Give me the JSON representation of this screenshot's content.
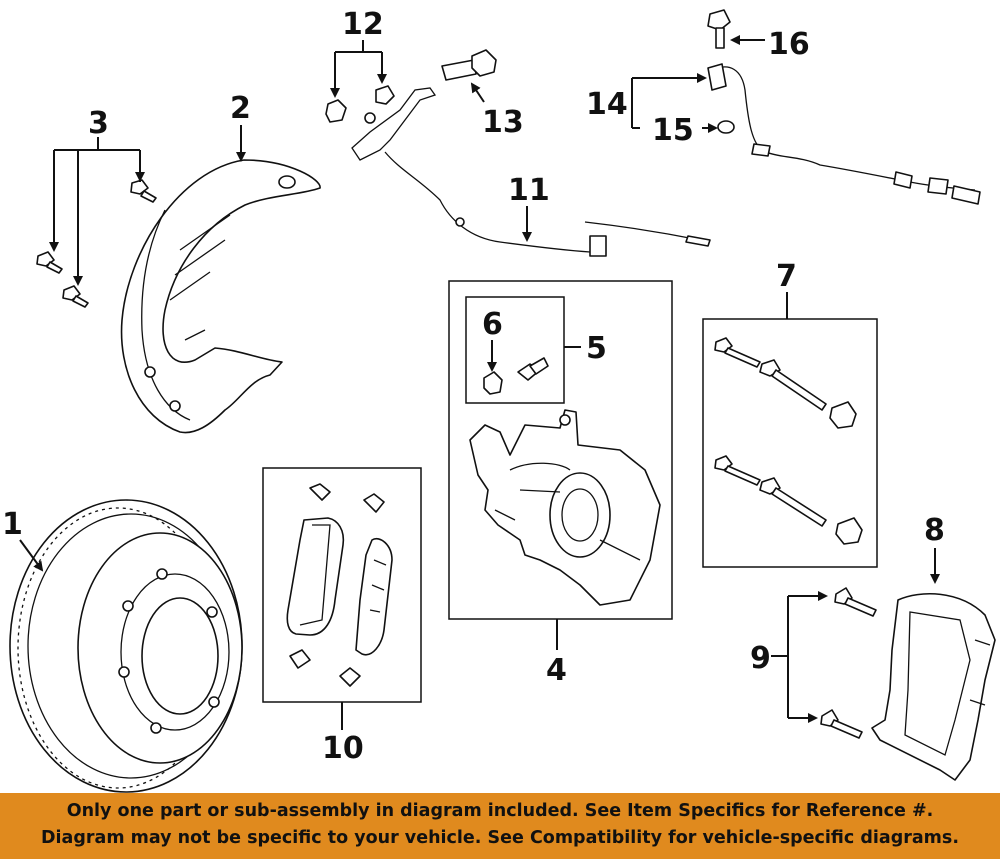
{
  "callouts": {
    "c1": "1",
    "c2": "2",
    "c3": "3",
    "c4": "4",
    "c5": "5",
    "c6": "6",
    "c7": "7",
    "c8": "8",
    "c9": "9",
    "c10": "10",
    "c11": "11",
    "c12": "12",
    "c13": "13",
    "c14": "14",
    "c15": "15",
    "c16": "16"
  },
  "disclaimer": {
    "line1": "Only one part or sub-assembly in diagram included. See Item Specifics for Reference #.",
    "line2": "Diagram may not be specific to your vehicle. See Compatibility for vehicle-specific diagrams."
  },
  "colors": {
    "banner": "#e08a1e",
    "ink": "#111111"
  }
}
